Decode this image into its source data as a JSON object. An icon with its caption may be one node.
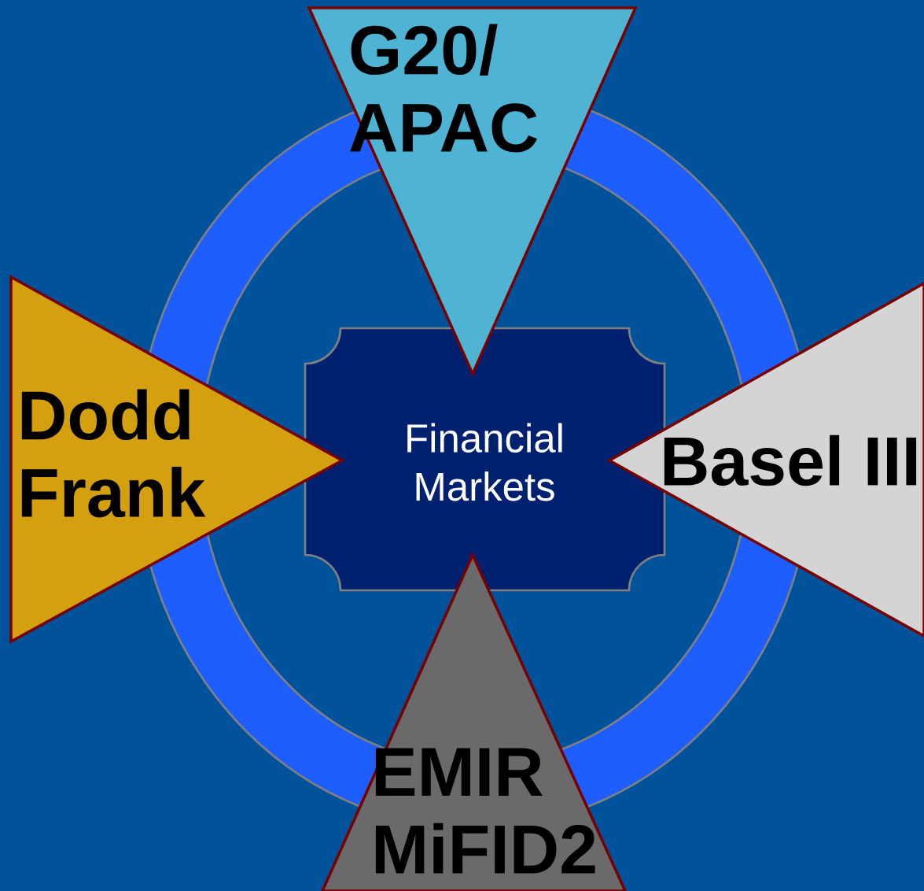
{
  "diagram": {
    "nodes": [
      {
        "text": [
          "Financial Markets"
        ]
      },
      {
        "text": [
          "G20/ APAC"
        ]
      },
      {
        "text": [
          "Dodd Frank"
        ]
      },
      {
        "text": [
          "Basel III"
        ]
      },
      {
        "text": [
          "EMIR MiFID2"
        ]
      }
    ]
  }
}
